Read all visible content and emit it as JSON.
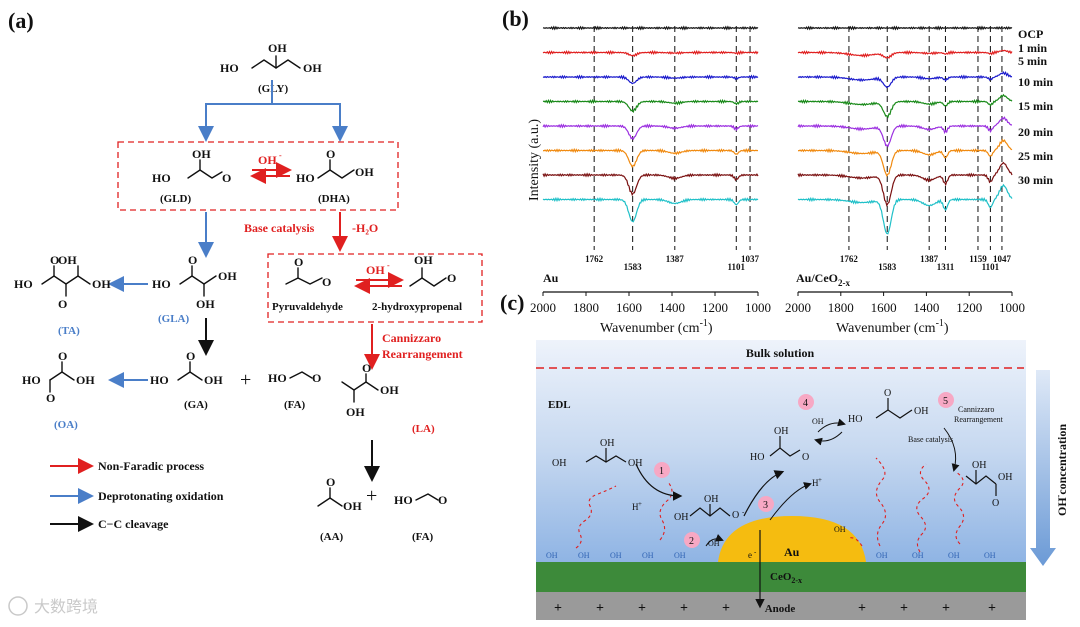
{
  "panel_a": {
    "label": "(a)",
    "molecules": {
      "gly": "(GLY)",
      "gld": "(GLD)",
      "dha": "(DHA)",
      "gla": "(GLA)",
      "ta": "(TA)",
      "oa": "(OA)",
      "ga": "(GA)",
      "fa": "(FA)",
      "la": "(LA)",
      "aa": "(AA)",
      "pyruvaldehyde": "Pyruvaldehyde",
      "hydroxypropenal": "2-hydroxypropenal"
    },
    "atoms": {
      "oh": "OH",
      "ho": "HO",
      "o": "O",
      "h": "H",
      "oh_minus": "OH",
      "minus": "-"
    },
    "steps": {
      "base_catalysis": "Base catalysis",
      "minus_h2o": "-H₂O",
      "cannizzaro_l1": "Cannizzaro",
      "cannizzaro_l2": "Rearrangement",
      "plus": "+"
    },
    "legend": [
      {
        "label": "Non-Faradic process",
        "color": "#e02020"
      },
      {
        "label": "Deprotonating oxidation",
        "color": "#4a7ec8"
      },
      {
        "label": "C−C cleavage",
        "color": "#111111"
      }
    ]
  },
  "panel_b": {
    "label": "(b)",
    "ylabel": "Intensity (a.u.)",
    "xlabel": "Wavenumber (cm",
    "xlabel_sup": "-1",
    "xlabel_close": ")",
    "xticks": [
      "2000",
      "1800",
      "1600",
      "1400",
      "1200",
      "1000"
    ],
    "left_title": "Au",
    "right_title": "Au/CeO",
    "right_title_sub": "2-x",
    "left_peaks": [
      "1762",
      "1583",
      "1387",
      "1101",
      "1037"
    ],
    "right_peaks": [
      "1762",
      "1583",
      "1387",
      "1311",
      "1159",
      "1101",
      "1047"
    ],
    "legend": [
      "OCP",
      "1 min",
      "5 min",
      "10 min",
      "15 min",
      "20 min",
      "25 min",
      "30 min"
    ]
  },
  "chart_data": {
    "type": "line",
    "xlabel": "Wavenumber (cm-1)",
    "ylabel": "Intensity (a.u.)",
    "xlim": [
      2000,
      1000
    ],
    "grid": false,
    "legend_position": "right",
    "series": [
      {
        "name": "OCP",
        "color": "#111111"
      },
      {
        "name": "1 min",
        "color": "#e02020"
      },
      {
        "name": "5 min",
        "color": "#1a1acc"
      },
      {
        "name": "10 min",
        "color": "#1a8a1a"
      },
      {
        "name": "15 min",
        "color": "#9b2fe0"
      },
      {
        "name": "20 min",
        "color": "#f08a10"
      },
      {
        "name": "25 min",
        "color": "#7a1010"
      },
      {
        "name": "30 min",
        "color": "#20c0c8"
      }
    ],
    "au_peaks": [
      1762,
      1583,
      1387,
      1101,
      1037
    ],
    "au_ceo2_peaks": [
      1762,
      1583,
      1387,
      1311,
      1159,
      1101,
      1047
    ]
  },
  "panel_c": {
    "label": "(c)",
    "bulk": "Bulk solution",
    "edl": "EDL",
    "au": "Au",
    "ceo2": "CeO",
    "ceo2_sub": "2-x",
    "anode": "Anode",
    "oh_conc": "OH",
    "oh_conc_sup": "-",
    "oh_conc_rest": "concentration",
    "steps": [
      "1",
      "2",
      "3",
      "4",
      "5"
    ],
    "hplus": "H",
    "electron": "e",
    "base_catalysis": "Base catalysis",
    "cannizzaro_l1": "Cannizzaro",
    "cannizzaro_l2": "Rearrangement",
    "oh_label": "OH",
    "oh_surface": "OH",
    "plus": "+"
  },
  "watermark": "大数跨境"
}
